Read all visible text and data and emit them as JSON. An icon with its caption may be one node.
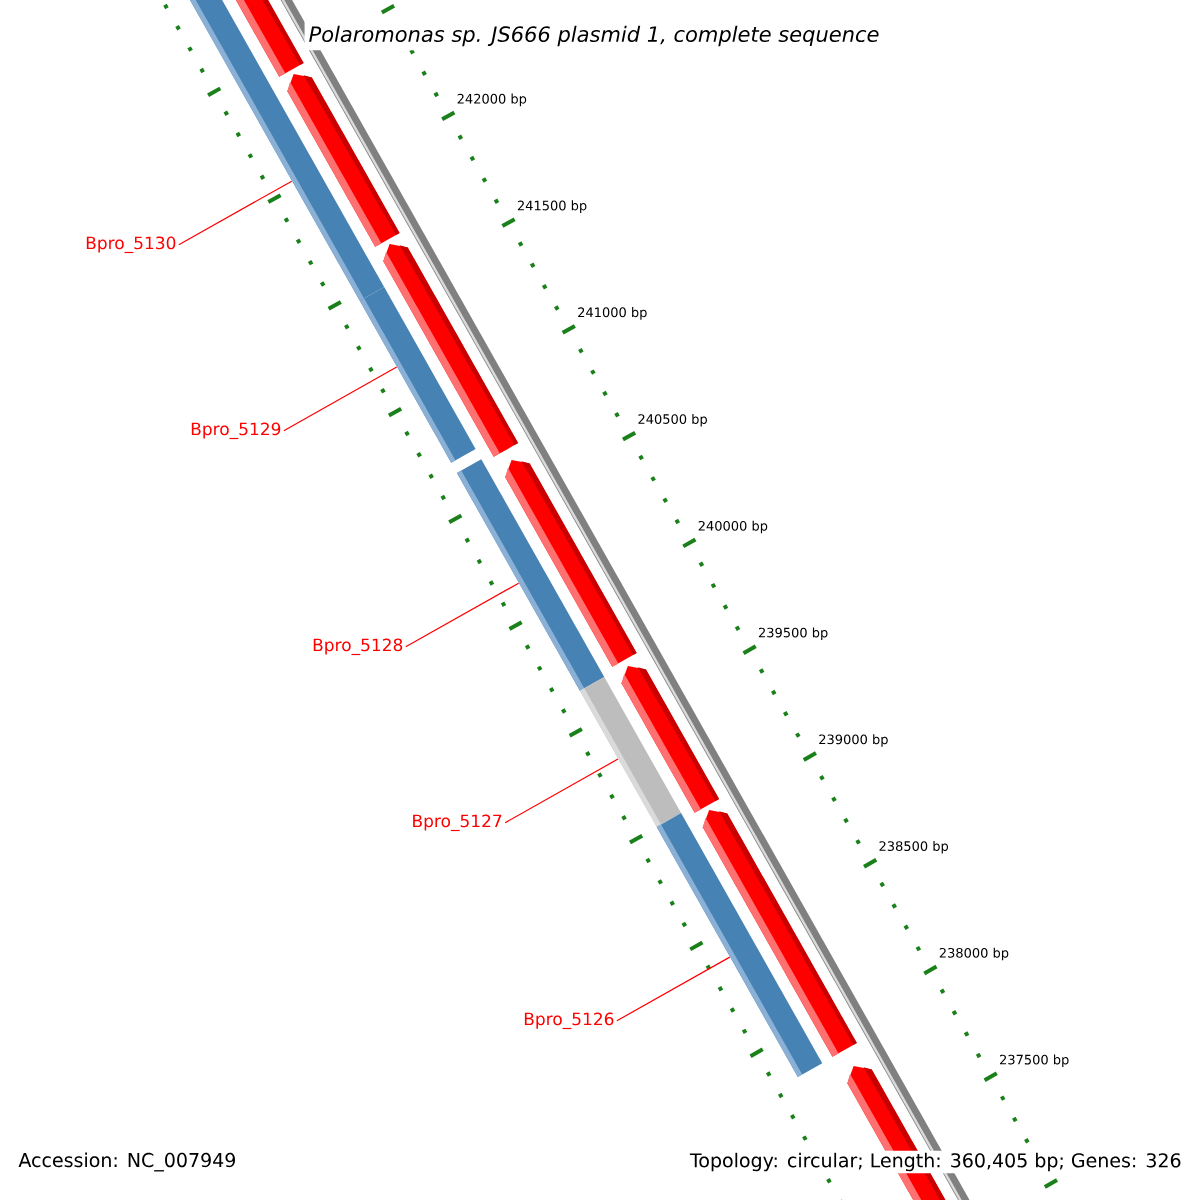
{
  "diagram": {
    "title": "Polaromonas sp. JS666 plasmid 1, complete sequence",
    "nodes": [
      {
        "text": [
          "Bpro_5130"
        ]
      },
      {
        "text": [
          "Bpro_5129"
        ]
      },
      {
        "text": [
          "Bpro_5128"
        ]
      },
      {
        "text": [
          "Bpro_5127"
        ]
      },
      {
        "text": [
          "Bpro_5126"
        ]
      },
      {
        "text": [],
        "shape": "bar"
      },
      {
        "text": [],
        "shape": "bar"
      },
      {
        "text": [],
        "shape": "bar"
      },
      {
        "text": [],
        "shape": "bar"
      },
      {
        "text": [],
        "shape": "bar"
      }
    ],
    "edges": [
      {
        "from": 0,
        "to": 5,
        "arrow": "none"
      },
      {
        "from": 1,
        "to": 6,
        "arrow": "none"
      },
      {
        "from": 2,
        "to": 7,
        "arrow": "none"
      },
      {
        "from": 3,
        "to": 8,
        "arrow": "none"
      },
      {
        "from": 4,
        "to": 9,
        "arrow": "none"
      }
    ],
    "labels": [
      "242000 bp",
      "241500 bp",
      "241000 bp",
      "240500 bp",
      "240000 bp",
      "239500 bp",
      "239000 bp",
      "238500 bp",
      "238000 bp",
      "237500 bp",
      "Accession: NC_007949",
      "Topology: circular; Length: 360,405 bp; Genes: 326"
    ]
  }
}
